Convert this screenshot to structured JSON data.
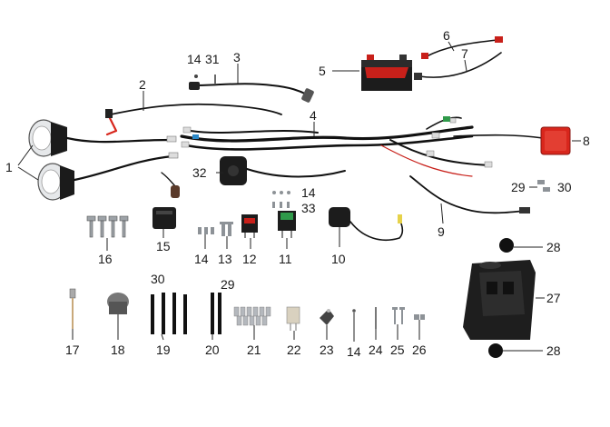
{
  "callouts": {
    "c1": "1",
    "c2": "2",
    "c3": "3",
    "c4": "4",
    "c5": "5",
    "c6": "6",
    "c7": "7",
    "c8": "8",
    "c9": "9",
    "c10": "10",
    "c11": "11",
    "c12": "12",
    "c13": "13",
    "c14a": "14",
    "c14b": "14",
    "c14c": "14",
    "c14d": "14",
    "c15": "15",
    "c16": "16",
    "c17": "17",
    "c18": "18",
    "c19": "19",
    "c20": "20",
    "c21": "21",
    "c22": "22",
    "c23": "23",
    "c24": "24",
    "c25": "25",
    "c26": "26",
    "c27": "27",
    "c28a": "28",
    "c28b": "28",
    "c29a": "29",
    "c29b": "29",
    "c30a": "30",
    "c30b": "30",
    "c31": "31",
    "c32": "32",
    "c33": "33"
  },
  "colors": {
    "wire": "#111111",
    "taillight": "#d8261c",
    "battery_red": "#c8201a",
    "relay_green": "#2f9a4a",
    "chrome": "#c9cdd2"
  }
}
